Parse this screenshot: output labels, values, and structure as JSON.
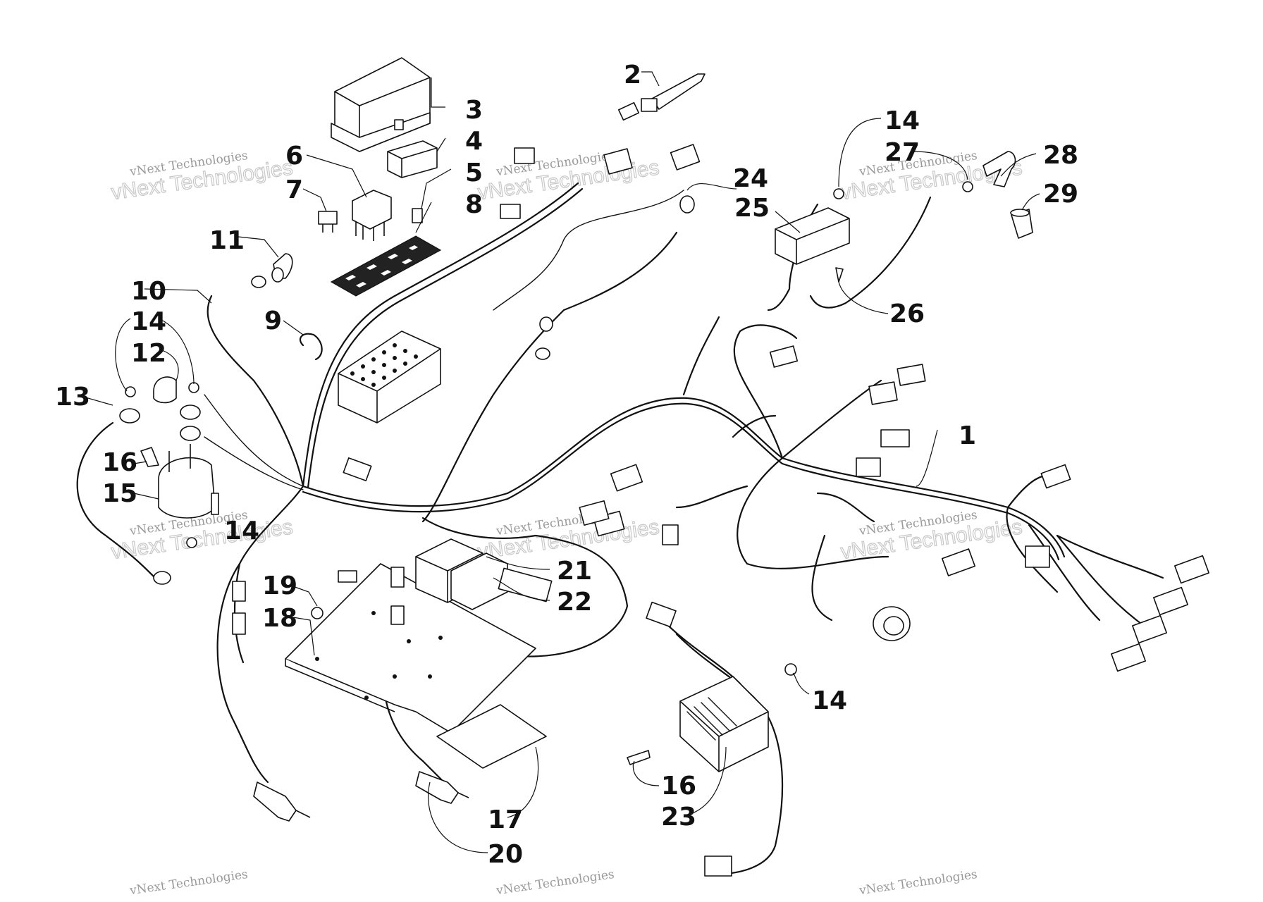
{
  "watermark": {
    "line1": "vNext Technologies",
    "line2": "vNext Technologies"
  },
  "callouts": {
    "c1": "1",
    "c2": "2",
    "c3": "3",
    "c4": "4",
    "c5": "5",
    "c6": "6",
    "c7": "7",
    "c8": "8",
    "c9": "9",
    "c10": "10",
    "c11": "11",
    "c12": "12",
    "c13": "13",
    "c14a": "14",
    "c14b": "14",
    "c14c": "14",
    "c14d": "14",
    "c15": "15",
    "c16a": "16",
    "c16b": "16",
    "c17": "17",
    "c18": "18",
    "c19": "19",
    "c20": "20",
    "c21": "21",
    "c22": "22",
    "c23": "23",
    "c24": "24",
    "c25": "25",
    "c26": "26",
    "c27": "27",
    "c28": "28",
    "c29": "29"
  }
}
